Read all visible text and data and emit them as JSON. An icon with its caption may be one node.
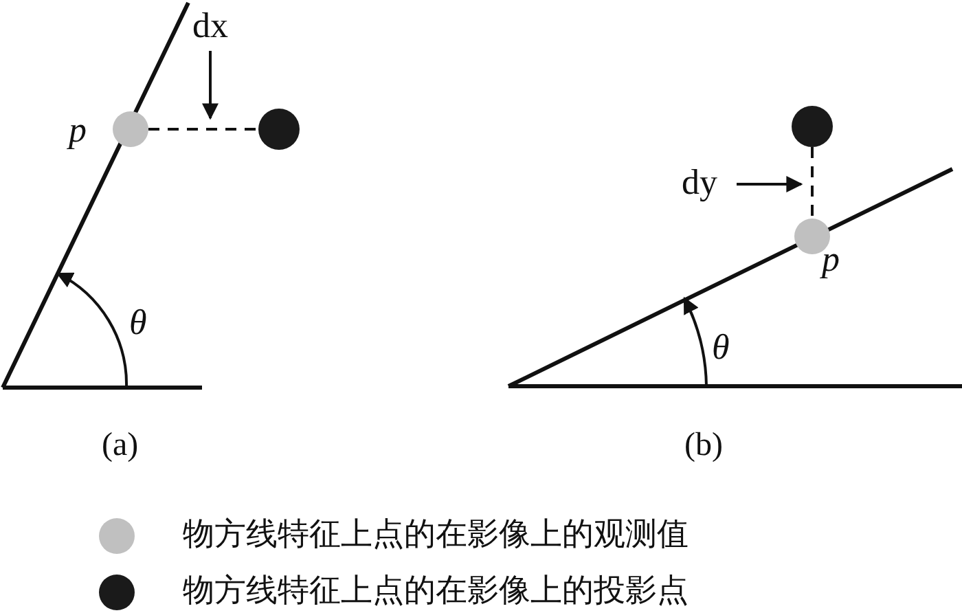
{
  "diagram": {
    "nodes": [
      {
        "text": [],
        "shape": "circle",
        "beside": [
          "*p*"
        ]
      },
      {
        "text": [],
        "shape": "circle"
      },
      {
        "text": [],
        "shape": "circle"
      },
      {
        "text": [],
        "shape": "circle",
        "beside": [
          "*p*"
        ]
      }
    ],
    "edges": [
      {
        "from": 0,
        "to": 1,
        "arrow": "none",
        "style": "dashed"
      },
      {
        "from": 2,
        "to": 3,
        "arrow": "none",
        "style": "dashed"
      }
    ],
    "labels": [
      "dx",
      "*θ*",
      "(a)",
      "dy",
      "*θ*",
      "(b)"
    ],
    "legend": [
      {
        "text": "物方线特征上点的在影像上的观测值",
        "color": "#c0c0c0"
      },
      {
        "text": "物方线特征上点的在影像上的投影点",
        "color": "#1a1a1a"
      }
    ]
  }
}
